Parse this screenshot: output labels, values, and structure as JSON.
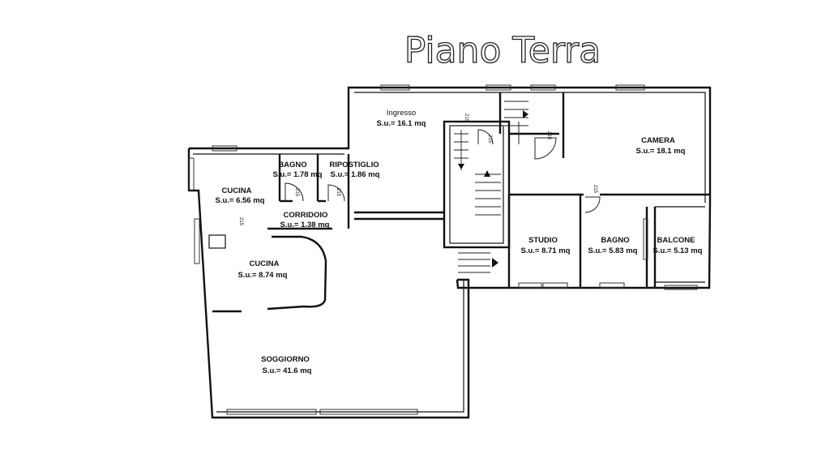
{
  "title": "Piano Terra",
  "rooms": [
    {
      "name": "Ingresso",
      "area": "S.u.= 16.1 mq"
    },
    {
      "name": "CAMERA",
      "area": "S.u.= 18.1 mq"
    },
    {
      "name": "BAGNO",
      "area": "S.u.= 1.78 mq"
    },
    {
      "name": "RIPOSTIGLIO",
      "area": "S.u.= 1.86 mq"
    },
    {
      "name": "CUCINA",
      "area": "S.u.= 6.56 mq"
    },
    {
      "name": "CORRIDOIO",
      "area": "S.u.= 1.38 mq"
    },
    {
      "name": "CUCINA",
      "area": "S.u.= 8.74 mq"
    },
    {
      "name": "STUDIO",
      "area": "S.u.= 8.71 mq"
    },
    {
      "name": "BAGNO",
      "area": "S.u.= 5.83 mq"
    },
    {
      "name": "BALCONE",
      "area": "S.u.= 5.13 mq"
    },
    {
      "name": "SOGGIORNO",
      "area": "S.u.= 41.6 mq"
    }
  ],
  "door_tag": "215"
}
